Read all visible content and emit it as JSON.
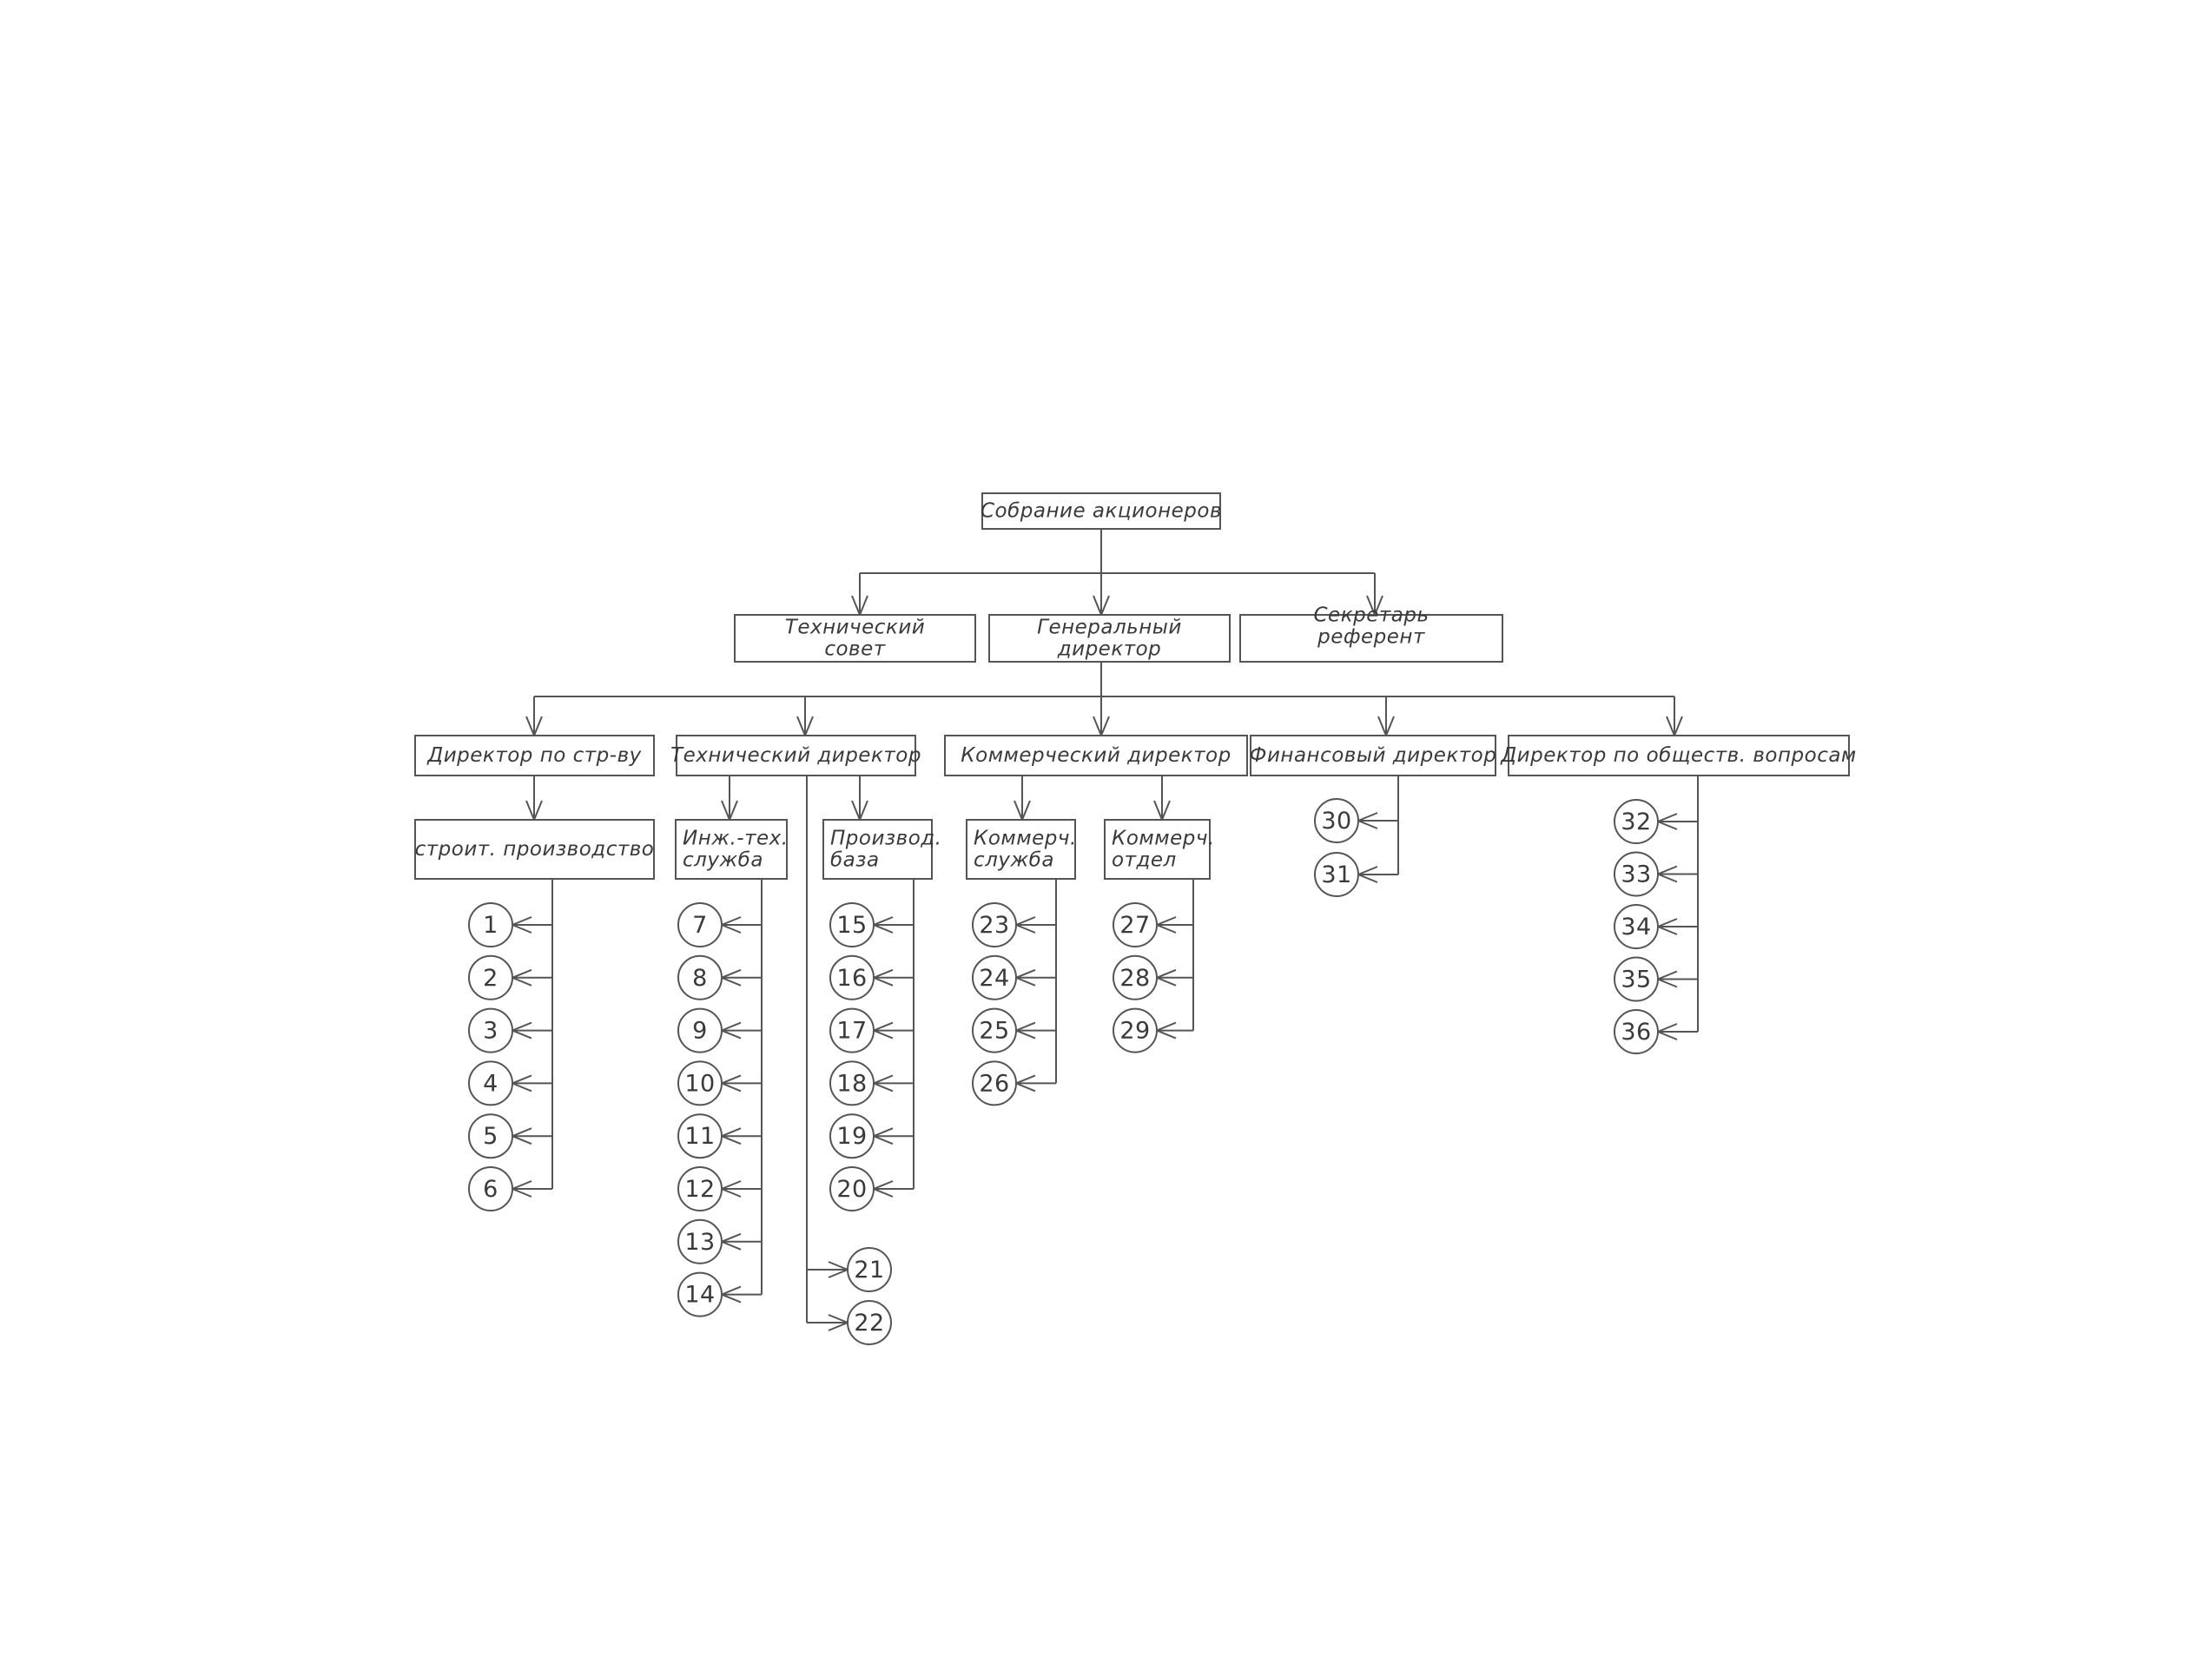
{
  "diagram": {
    "nodes": {
      "root": [
        "Собрание акционеров"
      ],
      "tech_council": [
        "Технический",
        "совет"
      ],
      "general_director": [
        "Генеральный",
        "директор"
      ],
      "secretary": [
        "Секретарь",
        "референт"
      ],
      "dir_construction": [
        "Директор по стр-ву"
      ],
      "tech_director": [
        "Технический директор"
      ],
      "commercial_director": [
        "Коммерческий директор"
      ],
      "finance_director": [
        "Финансовый директор"
      ],
      "social_director": [
        "Директор по обществ. вопросам"
      ],
      "construction_production": [
        "строит. производство"
      ],
      "engineering_service": [
        "Инж.-тех.",
        "служба"
      ],
      "production_base": [
        "Производ.",
        "база"
      ],
      "commercial_service": [
        "Коммерч.",
        "служба"
      ],
      "commercial_department": [
        "Коммерч.",
        "отдел"
      ]
    },
    "unit_groups": {
      "construction_production": [
        "1",
        "2",
        "3",
        "4",
        "5",
        "6"
      ],
      "engineering_service": [
        "7",
        "8",
        "9",
        "10",
        "11",
        "12",
        "13",
        "14"
      ],
      "production_base": [
        "15",
        "16",
        "17",
        "18",
        "19",
        "20"
      ],
      "tech_director_direct": [
        "21",
        "22"
      ],
      "commercial_service": [
        "23",
        "24",
        "25",
        "26"
      ],
      "commercial_department": [
        "27",
        "28",
        "29"
      ],
      "finance_director": [
        "30",
        "31"
      ],
      "social_director": [
        "32",
        "33",
        "34",
        "35",
        "36"
      ]
    }
  }
}
